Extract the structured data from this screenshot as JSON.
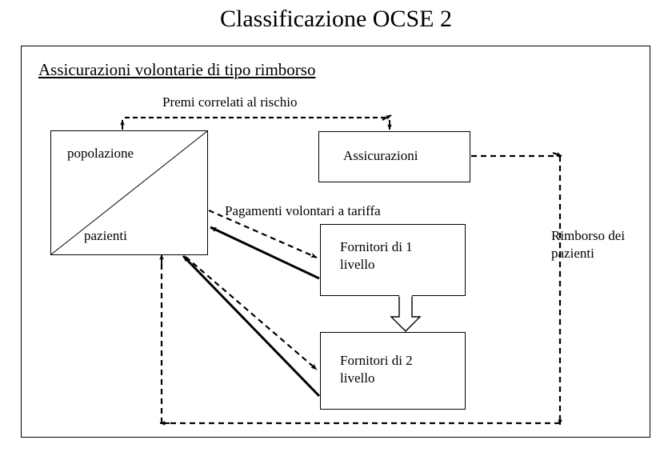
{
  "slide": {
    "title": "Classificazione OCSE 2",
    "subtitle": "Assicurazioni volontarie di tipo rimborso",
    "background_color": "#ffffff",
    "line_color": "#000000"
  },
  "nodes": [
    {
      "id": "popolazione",
      "label_top": "popolazione",
      "label_bottom": "pazienti",
      "shape": "rectangle-with-diagonal"
    },
    {
      "id": "assicurazioni",
      "label": "Assicurazioni",
      "shape": "rectangle"
    },
    {
      "id": "fornitori1",
      "label": "Fornitori di 1\nlivello",
      "shape": "rectangle"
    },
    {
      "id": "fornitori2",
      "label": "Fornitori di 2\nlivello",
      "shape": "rectangle"
    }
  ],
  "edge_labels": {
    "premi": "Premi correlati al rischio",
    "pagamenti": "Pagamenti volontari a tariffa",
    "rimborso": "Rimborso dei\npazienti"
  },
  "edges": [
    {
      "id": "premi-edge",
      "from": "popolazione",
      "to": "assicurazioni",
      "style": "dashed",
      "arrows": "both",
      "label": "Premi correlati al rischio"
    },
    {
      "id": "pagamenti-fornitori1-edge",
      "from": "popolazione",
      "to": "fornitori1",
      "style": "dashed",
      "arrows": "to",
      "label": "Pagamenti volontari a tariffa"
    },
    {
      "id": "servizi-fornitori1-edge",
      "from": "fornitori1",
      "to": "popolazione",
      "style": "solid",
      "arrows": "to"
    },
    {
      "id": "pagamenti-fornitori2-edge",
      "from": "popolazione",
      "to": "fornitori2",
      "style": "dashed",
      "arrows": "to"
    },
    {
      "id": "servizi-fornitori2-edge",
      "from": "fornitori2",
      "to": "popolazione",
      "style": "solid",
      "arrows": "to"
    },
    {
      "id": "referral-edge",
      "from": "fornitori1",
      "to": "fornitori2",
      "style": "block-arrow",
      "arrows": "to"
    },
    {
      "id": "rimborso-edge",
      "from": "assicurazioni",
      "to": "popolazione",
      "style": "dashed",
      "arrows": "to",
      "label": "Rimborso dei pazienti"
    }
  ]
}
